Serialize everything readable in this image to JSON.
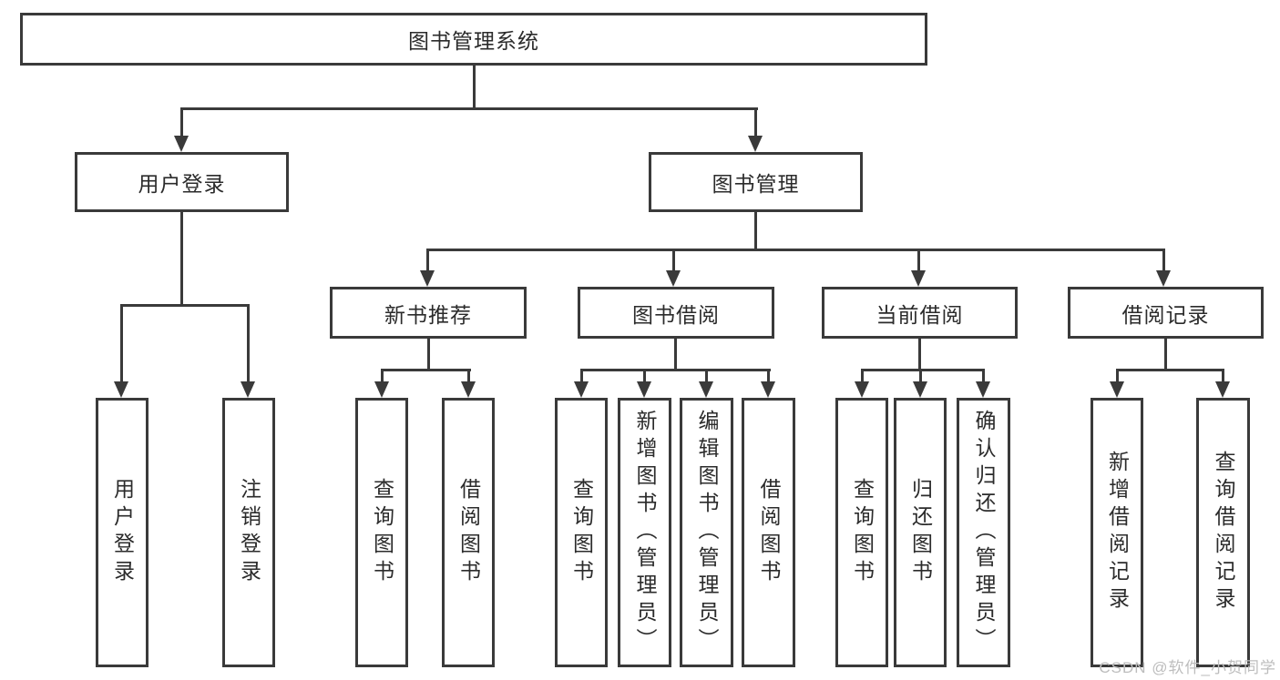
{
  "tree": {
    "root": "图书管理系统",
    "children": [
      {
        "label": "用户登录",
        "children": [
          "用户登录",
          "注销登录"
        ]
      },
      {
        "label": "图书管理",
        "children": [
          {
            "label": "新书推荐",
            "children": [
              "查询图书",
              "借阅图书"
            ]
          },
          {
            "label": "图书借阅",
            "children": [
              "查询图书",
              "新增图书（管理员）",
              "编辑图书（管理员）",
              "借阅图书"
            ]
          },
          {
            "label": "当前借阅",
            "children": [
              "查询图书",
              "归还图书",
              "确认归还（管理员）"
            ]
          },
          {
            "label": "借阅记录",
            "children": [
              "新增借阅记录",
              "查询借阅记录"
            ]
          }
        ]
      }
    ]
  },
  "watermark": "CSDN @软件_小贺同学",
  "colors": {
    "line": "#3a3a3a",
    "text": "#2b2b2b",
    "background": "#ffffff",
    "watermark": "#bdbdbd"
  }
}
